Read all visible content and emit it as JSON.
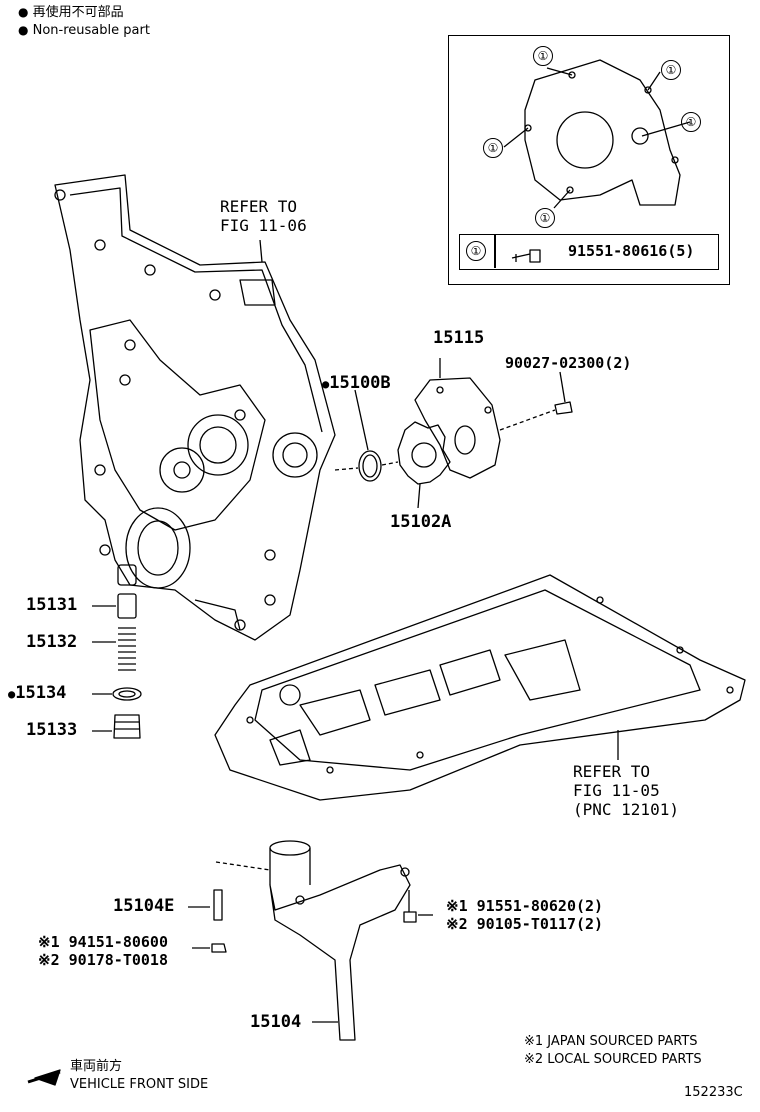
{
  "legend": {
    "nonreusable_jp": "再使用不可部品",
    "nonreusable_en": "Non-reusable part",
    "bullet": "●"
  },
  "inset": {
    "marker": "①",
    "part_number": "91551-80616(5)"
  },
  "refs": {
    "fig_top": "REFER TO",
    "fig_top2": "FIG 11-06",
    "fig_bottom": "REFER TO",
    "fig_bottom2": "FIG 11-05",
    "fig_bottom3": "(PNC 12101)"
  },
  "parts": {
    "p15115": "15115",
    "p90027": "90027-02300(2)",
    "p15100B": "15100B",
    "p15102A": "15102A",
    "p15131": "15131",
    "p15132": "15132",
    "p15134": "15134",
    "p15133": "15133",
    "p15104E": "15104E",
    "p94151_prefix": "※1",
    "p94151": "94151-80600",
    "p90178_prefix": "※2",
    "p90178": "90178-T0018",
    "p91551_prefix": "※1",
    "p91551": "91551-80620(2)",
    "p90105_prefix": "※2",
    "p90105": "90105-T0117(2)",
    "p15104": "15104"
  },
  "footnotes": {
    "n1": "※1 JAPAN SOURCED PARTS",
    "n2": "※2 LOCAL SOURCED PARTS"
  },
  "direction": {
    "jp": "車両前方",
    "en": "VEHICLE FRONT SIDE"
  },
  "figure_id": "152233C"
}
